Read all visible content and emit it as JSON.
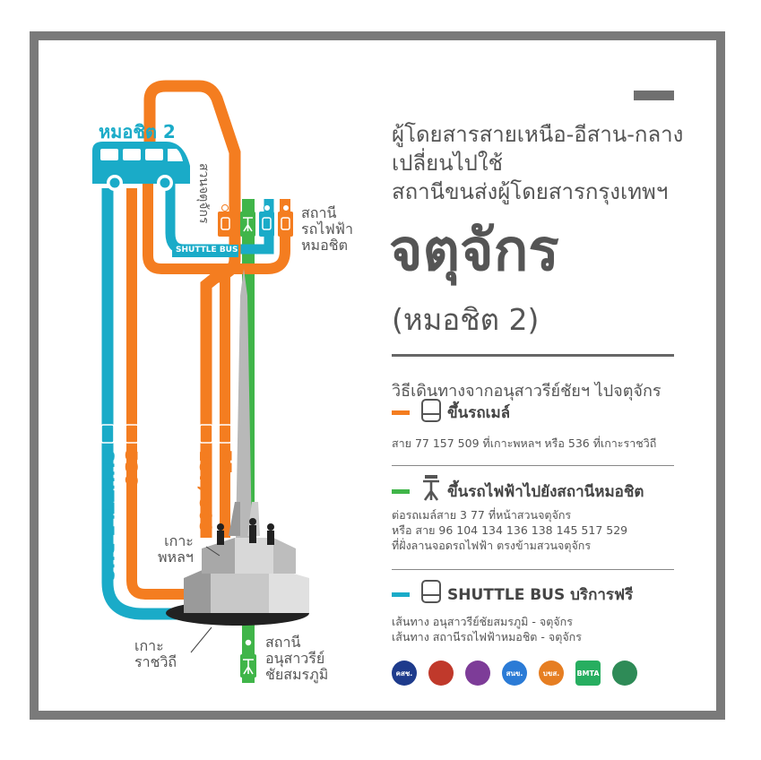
{
  "diagram": {
    "van_label": "หมอชิต 2",
    "shuttle_badge": "SHUTTLE BUS",
    "road_label": "สวนจตุจักร",
    "station_top": [
      "สถานี",
      "รถไฟฟ้า",
      "หมอชิต"
    ],
    "station_bottom": [
      "สถานี",
      "อนุสาวรีย์",
      "ชัยสมรภูมิ"
    ],
    "island_phahon": [
      "เกาะ",
      "พหลฯ"
    ],
    "island_ratchawithi": [
      "เกาะ",
      "ราชวิถี"
    ],
    "route_shuttle": "SHUTTLE BUS",
    "route_536": "536",
    "route_157_509": "157, 509",
    "route_77": "77"
  },
  "header": {
    "line1": "ผู้โดยสารสายเหนือ-อีสาน-กลาง",
    "line2": "เปลี่ยนไปใช้",
    "line3": "สถานีขนส่งผู้โดยสารกรุงเทพฯ",
    "big": "จตุจักร",
    "sub": "(หมอชิต 2)"
  },
  "howto": "วิธีเดินทางจากอนุสาวรีย์ชัยฯ ไปจตุจักร",
  "sections": [
    {
      "label": "ขึ้นรถเมล์",
      "lines": [
        "สาย 77 157 509 ที่เกาะพหลฯ หรือ 536 ที่เกาะราชวิถี"
      ]
    },
    {
      "label": "ขึ้นรถไฟฟ้าไปยังสถานีหมอชิต",
      "lines": [
        "ต่อรถเมล์สาย 3 77 ที่หน้าสวนจตุจักร",
        "หรือ สาย 96 104 134 136 138 145 517 529",
        "ที่ฝั่งลานจอดรถไฟฟ้า ตรงข้ามสวนจตุจักร"
      ]
    },
    {
      "label": "SHUTTLE BUS บริการฟรี",
      "lines": [
        "เส้นทาง อนุสาวรีย์ชัยสมรภูมิ - จตุจักร",
        "เส้นทาง สถานีรถไฟฟ้าหมอชิต - จตุจักร"
      ]
    }
  ],
  "logos": [
    "คสช.",
    "",
    "",
    "สนข.",
    "บขส.",
    "BMTA",
    ""
  ],
  "colors": {
    "orange": "#f47d20",
    "green": "#40b549",
    "blue": "#1aabc8",
    "gray": "#707070"
  },
  "icons": [
    "bus-icon",
    "bts-train-icon",
    "van-icon",
    "monument-icon"
  ]
}
